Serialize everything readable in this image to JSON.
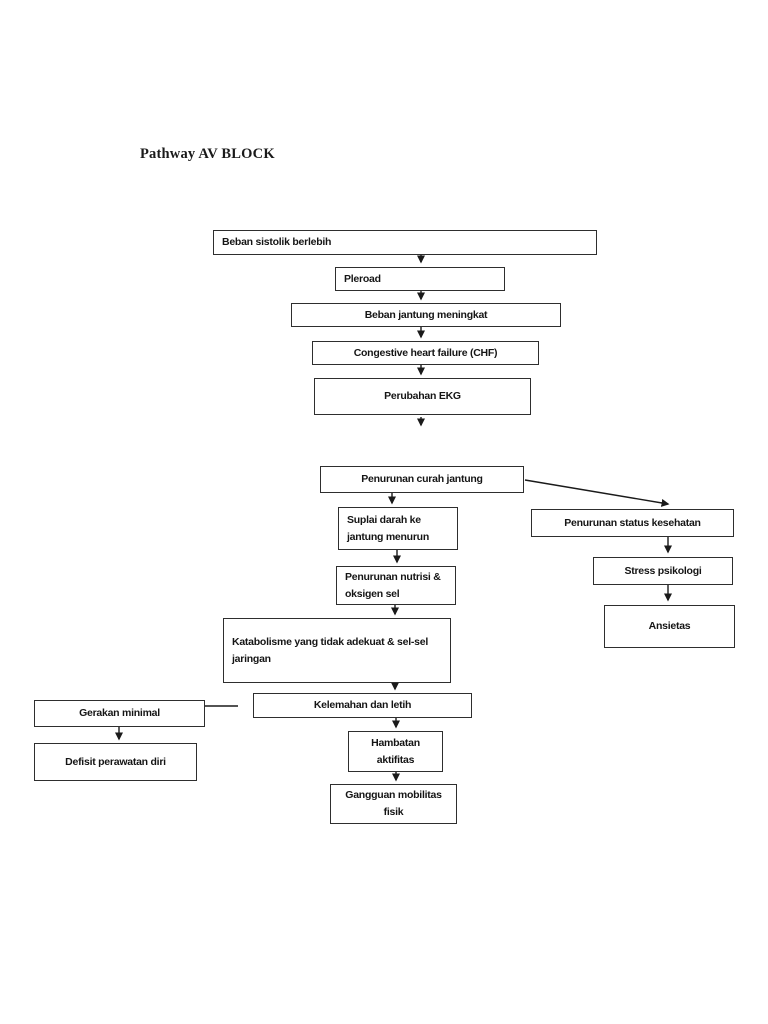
{
  "page": {
    "title": "Pathway AV BLOCK",
    "background_color": "#ffffff",
    "ink_color": "#1a1a1a",
    "box_border_color": "#2e2e2e"
  },
  "flowchart": {
    "nodes": [
      {
        "id": "beban-sistolik-berlebih",
        "label": "Beban sistolik berlebih"
      },
      {
        "id": "pleroad",
        "label": "Pleroad"
      },
      {
        "id": "beban-jantung-meningkat",
        "label": "Beban jantung meningkat"
      },
      {
        "id": "congestive-heart-failure",
        "label": "Congestive heart failure (CHF)"
      },
      {
        "id": "perubahan-ekg",
        "label": "Perubahan EKG"
      },
      {
        "id": "penurunan-curah-jantung",
        "label": "Penurunan curah jantung"
      },
      {
        "id": "suplai-darah-ke-jantung",
        "label": "Suplai darah ke jantung menurun"
      },
      {
        "id": "penurunan-status-kesehatan",
        "label": "Penurunan status kesehatan"
      },
      {
        "id": "stress-psikologi",
        "label": "Stress psikologi"
      },
      {
        "id": "ansietas",
        "label": "Ansietas"
      },
      {
        "id": "penurunan-nutrisi-oksigen",
        "label": "Penurunan nutrisi & oksigen sel"
      },
      {
        "id": "katabolisme-tidak-adekuat",
        "label": "Katabolisme yang tidak adekuat & sel-sel jaringan"
      },
      {
        "id": "kelemahan-dan-letih",
        "label": "Kelemahan dan letih"
      },
      {
        "id": "hambatan-aktifitas",
        "label": "Hambatan aktifitas"
      },
      {
        "id": "gangguan-mobilitas-fisik",
        "label": "Gangguan mobilitas fisik"
      },
      {
        "id": "gerakan-minimal",
        "label": "Gerakan minimal"
      },
      {
        "id": "defisit-perawatan-diri",
        "label": "Defisit perawatan diri"
      }
    ],
    "edges": [
      {
        "from": "beban-sistolik-berlebih",
        "to": "pleroad"
      },
      {
        "from": "pleroad",
        "to": "beban-jantung-meningkat"
      },
      {
        "from": "beban-jantung-meningkat",
        "to": "congestive-heart-failure"
      },
      {
        "from": "congestive-heart-failure",
        "to": "perubahan-ekg"
      },
      {
        "from": "perubahan-ekg",
        "to": "penurunan-curah-jantung"
      },
      {
        "from": "penurunan-curah-jantung",
        "to": "suplai-darah-ke-jantung"
      },
      {
        "from": "penurunan-curah-jantung",
        "to": "penurunan-status-kesehatan"
      },
      {
        "from": "penurunan-status-kesehatan",
        "to": "stress-psikologi"
      },
      {
        "from": "stress-psikologi",
        "to": "ansietas"
      },
      {
        "from": "suplai-darah-ke-jantung",
        "to": "penurunan-nutrisi-oksigen"
      },
      {
        "from": "penurunan-nutrisi-oksigen",
        "to": "katabolisme-tidak-adekuat"
      },
      {
        "from": "katabolisme-tidak-adekuat",
        "to": "kelemahan-dan-letih"
      },
      {
        "from": "kelemahan-dan-letih",
        "to": "hambatan-aktifitas"
      },
      {
        "from": "hambatan-aktifitas",
        "to": "gangguan-mobilitas-fisik"
      },
      {
        "from": "gerakan-minimal",
        "to": "kelemahan-dan-letih"
      },
      {
        "from": "gerakan-minimal",
        "to": "defisit-perawatan-diri"
      }
    ]
  }
}
